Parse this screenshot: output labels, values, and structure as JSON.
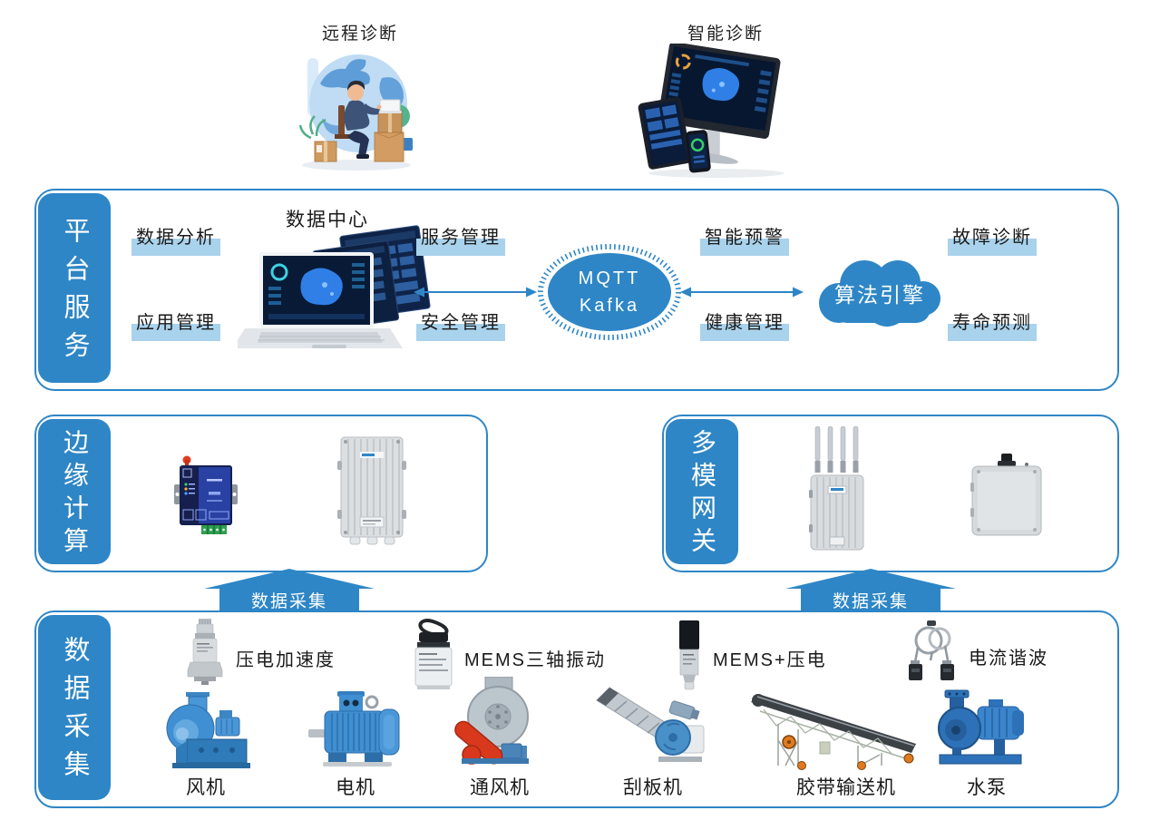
{
  "colors": {
    "primary": "#2e86c6",
    "label_highlight": "#a9d2ec",
    "panel_border": "#2e86c6",
    "text": "#1a1a1a"
  },
  "top": {
    "remote_label": "远程诊断",
    "smart_label": "智能诊断",
    "remote_image": "person-laptop-globe-illustration",
    "smart_image": "monitor-tablet-phone-dashboard-illustration"
  },
  "platform": {
    "tab_label": "平台服务",
    "data_analysis": "数据分析",
    "app_management": "应用管理",
    "data_center": "数据中心",
    "service_management": "服务管理",
    "security_management": "安全管理",
    "smart_warning": "智能预警",
    "health_management": "健康管理",
    "fault_diagnosis": "故障诊断",
    "life_prediction": "寿命预测",
    "broker_line1": "MQTT",
    "broker_line2": "Kafka",
    "algorithm_engine": "算法引擎",
    "data_center_image": "laptop-dashboard-screens-image"
  },
  "edge": {
    "tab_label": "边缘计算",
    "device1_image": "dtu-edge-device-image",
    "device2_image": "finned-enclosure-device-image"
  },
  "gateway": {
    "tab_label": "多模网关",
    "device1_image": "four-antenna-gateway-image",
    "device2_image": "sealed-box-gateway-image"
  },
  "flow": {
    "left_arrow_label": "数据采集",
    "right_arrow_label": "数据采集"
  },
  "acquisition": {
    "tab_label": "数据采集",
    "sensors": [
      {
        "label": "压电加速度",
        "image": "piezo-accelerometer-image"
      },
      {
        "label": "MEMS三轴振动",
        "image": "mems-triaxial-vibration-sensor-image"
      },
      {
        "label": "MEMS+压电",
        "image": "mems-piezo-sensor-image"
      },
      {
        "label": "电流谐波",
        "image": "current-clamp-sensor-image"
      }
    ],
    "machines": [
      {
        "label": "风机",
        "image": "centrifugal-fan-image"
      },
      {
        "label": "电机",
        "image": "electric-motor-image"
      },
      {
        "label": "通风机",
        "image": "ventilator-fan-image"
      },
      {
        "label": "刮板机",
        "image": "scraper-conveyor-image"
      },
      {
        "label": "胶带输送机",
        "image": "belt-conveyor-image"
      },
      {
        "label": "水泵",
        "image": "water-pump-image"
      }
    ]
  }
}
